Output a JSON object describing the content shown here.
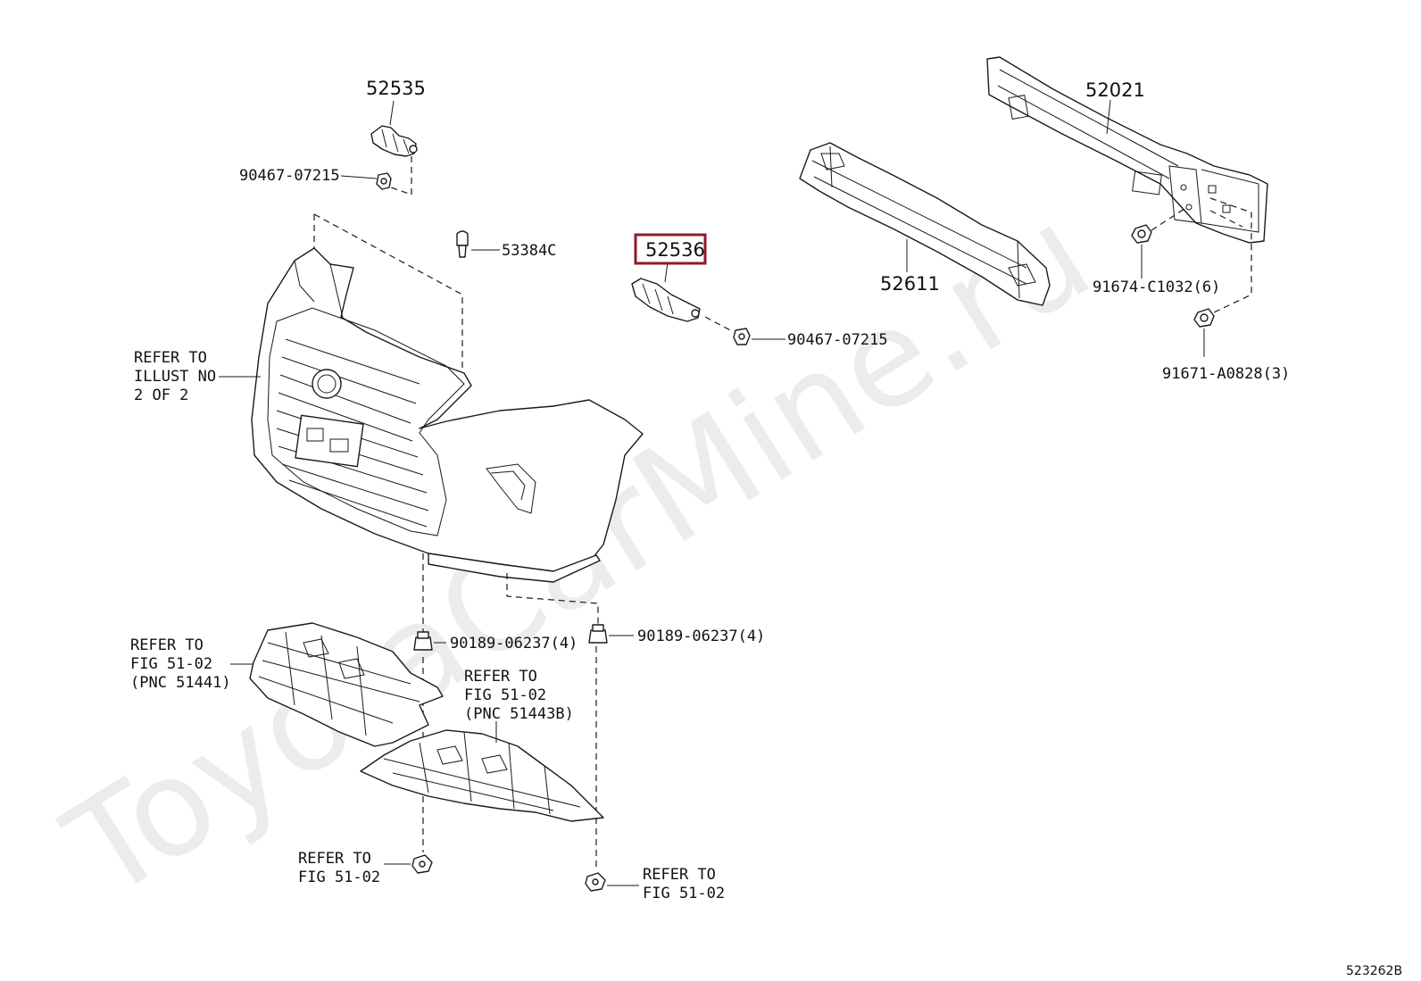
{
  "watermark": "ToyotaCarMine.ru",
  "drawing_id": "523262B",
  "highlighted_part": "52536",
  "callouts": {
    "p52535": "52535",
    "p90467_a": "90467-07215",
    "p53384c": "53384C",
    "p52536": "52536",
    "p90467_b": "90467-07215",
    "p52611": "52611",
    "p52021": "52021",
    "p91674": "91674-C1032(6)",
    "p91671": "91671-A0828(3)",
    "p90189_a": "90189-06237(4)",
    "p90189_b": "90189-06237(4)"
  },
  "refer_notes": {
    "illust": [
      "REFER TO",
      "ILLUST NO",
      "2 OF 2"
    ],
    "left_cover": [
      "REFER TO",
      "FIG 51-02",
      "(PNC 51441)"
    ],
    "center_cover": [
      "REFER TO",
      "FIG 51-02",
      "(PNC 51443B)"
    ],
    "bottom_left": [
      "REFER TO",
      "FIG 51-02"
    ],
    "bottom_right": [
      "REFER TO",
      "FIG 51-02"
    ]
  },
  "colors": {
    "highlight": "#8b1a2b",
    "line": "#1a1a1a",
    "watermark": "#ececec"
  }
}
